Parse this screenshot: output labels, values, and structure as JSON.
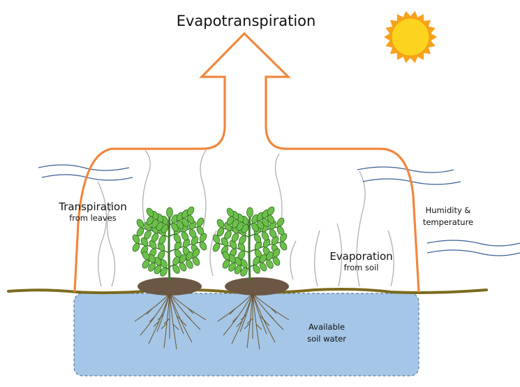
{
  "title": "Evapotranspiration",
  "labels": {
    "transpiration": "Transpiration",
    "transpiration_sub": "from leaves",
    "evaporation": "Evaporation",
    "evaporation_sub": "from soil",
    "humidity_line1": "Humidity &",
    "humidity_line2": "temperature",
    "soil_water_line1": "Available",
    "soil_water_line2": "soil water"
  },
  "icons": [
    "sun-icon",
    "plant-icon",
    "plant-icon",
    "wind-lines-icon",
    "vapor-lines-icon"
  ],
  "colors": {
    "arrow": "#f0883e",
    "soil_water": "#a5c6e6",
    "ground": "#7c6a1e",
    "sun_outer": "#f7a21b",
    "sun_inner": "#fcd31f",
    "leaf": "#6cc04a",
    "stem": "#3e7a2a",
    "wind": "#3a5f97",
    "root": "#6a5533",
    "mound": "#6b5744"
  }
}
